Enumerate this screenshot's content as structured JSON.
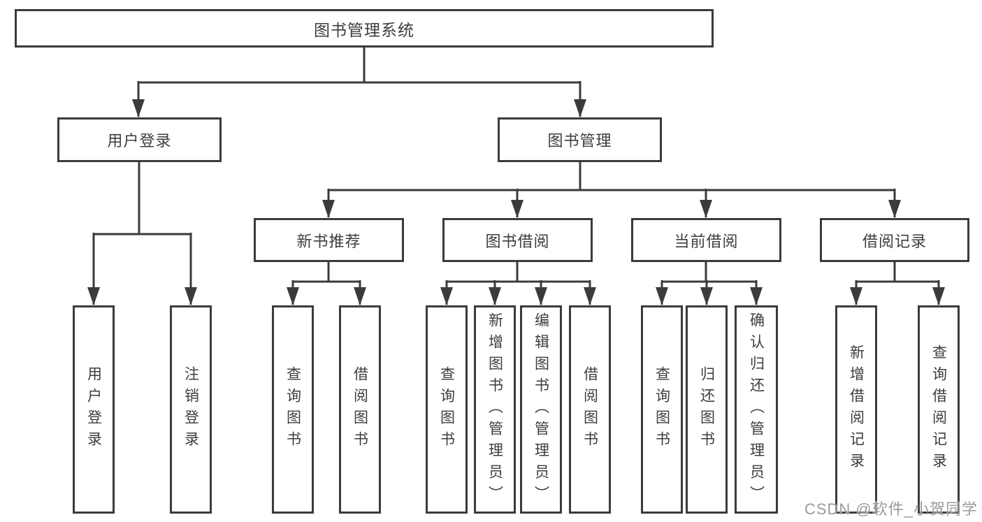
{
  "diagram": {
    "type": "hierarchy",
    "root": {
      "label": "图书管理系统"
    },
    "children": [
      {
        "label": "用户登录",
        "children": [
          {
            "label": "用户登录"
          },
          {
            "label": "注销登录"
          }
        ]
      },
      {
        "label": "图书管理",
        "children": [
          {
            "label": "新书推荐",
            "children": [
              {
                "label": "查询图书"
              },
              {
                "label": "借阅图书"
              }
            ]
          },
          {
            "label": "图书借阅",
            "children": [
              {
                "label": "查询图书"
              },
              {
                "label": "新增图书（管理员）"
              },
              {
                "label": "编辑图书（管理员）"
              },
              {
                "label": "借阅图书"
              }
            ]
          },
          {
            "label": "当前借阅",
            "children": [
              {
                "label": "查询图书"
              },
              {
                "label": "归还图书"
              },
              {
                "label": "确认归还（管理员）"
              }
            ]
          },
          {
            "label": "借阅记录",
            "children": [
              {
                "label": "新增借阅记录"
              },
              {
                "label": "查询借阅记录"
              }
            ]
          }
        ]
      }
    ]
  },
  "watermark": {
    "text": "CSDN @软件_小贺同学",
    "color": "#9a9a9a"
  },
  "colors": {
    "line": "#3b3b3b",
    "box_border": "#3b3b3b",
    "box_fill": "#ffffff",
    "text": "#3d3d3d",
    "background": "#ffffff"
  }
}
